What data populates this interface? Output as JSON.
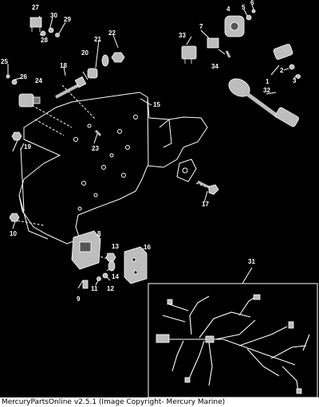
{
  "colors": {
    "background": "#000000",
    "line": "#ffffff",
    "part_fill": "#bdbdbd",
    "part_dark": "#555555",
    "footer_bg": "#ffffff",
    "footer_text": "#000000"
  },
  "callouts": [
    "1",
    "2",
    "3",
    "4",
    "5",
    "6",
    "7",
    "8",
    "9",
    "10",
    "11",
    "12",
    "13",
    "14",
    "15",
    "16",
    "17",
    "18",
    "19",
    "20",
    "21",
    "22",
    "23",
    "24",
    "25",
    "26",
    "27",
    "28",
    "29",
    "30",
    "31",
    "32",
    "33",
    "34"
  ],
  "footer": {
    "text": "MercuryPartsOnline v2.5.1 (Image Copyright- Mercury Marine)"
  }
}
